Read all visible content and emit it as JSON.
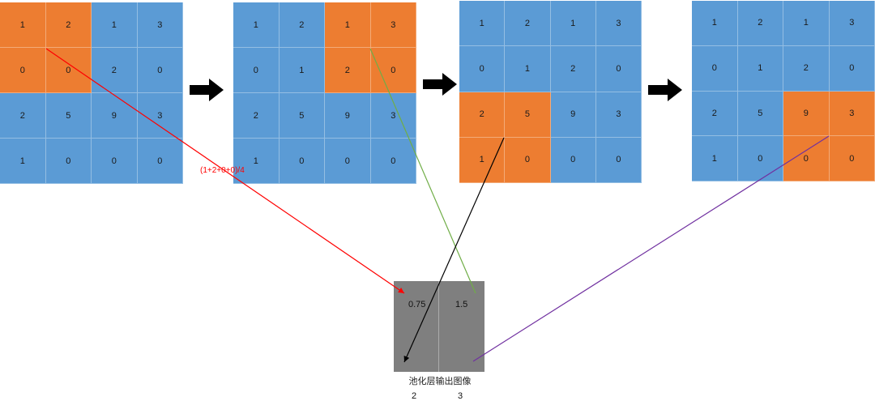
{
  "matrix": [
    [
      1,
      2,
      1,
      3
    ],
    [
      0,
      0,
      2,
      0
    ],
    [
      2,
      5,
      9,
      3
    ],
    [
      1,
      0,
      0,
      0
    ]
  ],
  "matrices": [
    {
      "highlight": "top-left",
      "values": [
        [
          1,
          2,
          1,
          3
        ],
        [
          0,
          0,
          2,
          0
        ],
        [
          2,
          5,
          9,
          3
        ],
        [
          1,
          0,
          0,
          0
        ]
      ]
    },
    {
      "highlight": "top-right",
      "values": [
        [
          1,
          2,
          1,
          3
        ],
        [
          0,
          1,
          2,
          0
        ],
        [
          2,
          5,
          9,
          3
        ],
        [
          1,
          0,
          0,
          0
        ]
      ]
    },
    {
      "highlight": "bottom-left",
      "values": [
        [
          1,
          2,
          1,
          3
        ],
        [
          0,
          1,
          2,
          0
        ],
        [
          2,
          5,
          9,
          3
        ],
        [
          1,
          0,
          0,
          0
        ]
      ]
    },
    {
      "highlight": "bottom-right",
      "values": [
        [
          1,
          2,
          1,
          3
        ],
        [
          0,
          1,
          2,
          0
        ],
        [
          2,
          5,
          9,
          3
        ],
        [
          1,
          0,
          0,
          0
        ]
      ]
    }
  ],
  "formula": "(1+2+0+0)/4",
  "output": {
    "values": [
      "0.75",
      "1.5",
      "2",
      "3"
    ],
    "caption": "池化层输出图像"
  },
  "colors": {
    "grid": "#5b9bd5",
    "highlight": "#ed7d31",
    "output": "#7f7f7f",
    "line_red": "#ff0000",
    "line_green": "#70ad47",
    "line_black": "#000000",
    "line_purple": "#7030a0"
  }
}
